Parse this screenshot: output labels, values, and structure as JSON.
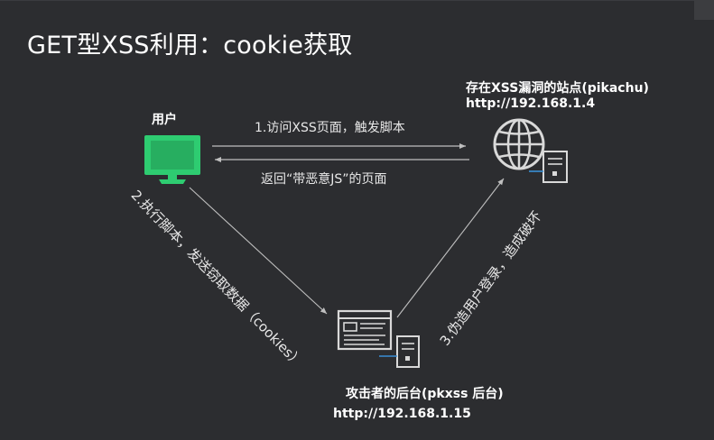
{
  "slide": {
    "title": "GET型XSS利用：cookie获取"
  },
  "nodes": {
    "user": {
      "label": "用户"
    },
    "site": {
      "label": "存在XSS漏洞的站点(pikachu)",
      "address": "http://192.168.1.4"
    },
    "attacker": {
      "label": "攻击者的后台(pkxss 后台)",
      "address": "http://192.168.1.15"
    }
  },
  "edges": {
    "visit": "1.访问XSS页面，触发脚本",
    "return": "返回“带恶意JS”的页面",
    "send": "2.执行脚本，发送窃取数据（cookies）",
    "forge": "3.伪造用户登录，造成破坏"
  },
  "colors": {
    "background": "#2c2d30",
    "monitor": "#2ecc71",
    "icon": "#d9d9d9",
    "arrow": "#bfbfbf",
    "server_accent": "#3a8fd6"
  }
}
